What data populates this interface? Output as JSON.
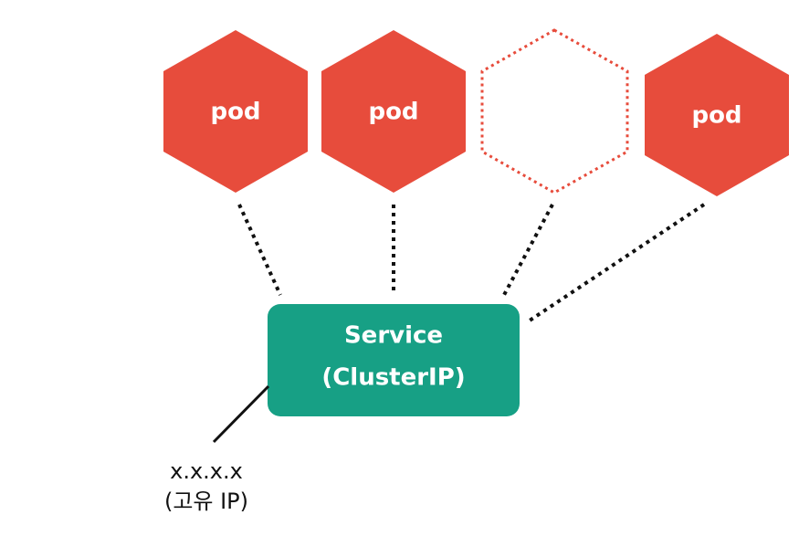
{
  "colors": {
    "pod_fill": "#e74c3c",
    "pod_empty_outline": "#e74c3c",
    "service_fill": "#17a085",
    "connector": "#111111",
    "text_on_shape": "#ffffff",
    "text_dark": "#111111"
  },
  "pods": [
    {
      "label": "pod",
      "state": "running"
    },
    {
      "label": "pod",
      "state": "running"
    },
    {
      "label": "",
      "state": "empty"
    },
    {
      "label": "pod",
      "state": "running"
    }
  ],
  "service": {
    "line1": "Service",
    "line2": "(ClusterIP)"
  },
  "ip": {
    "address": "x.x.x.x",
    "note": "(고유 IP)"
  }
}
